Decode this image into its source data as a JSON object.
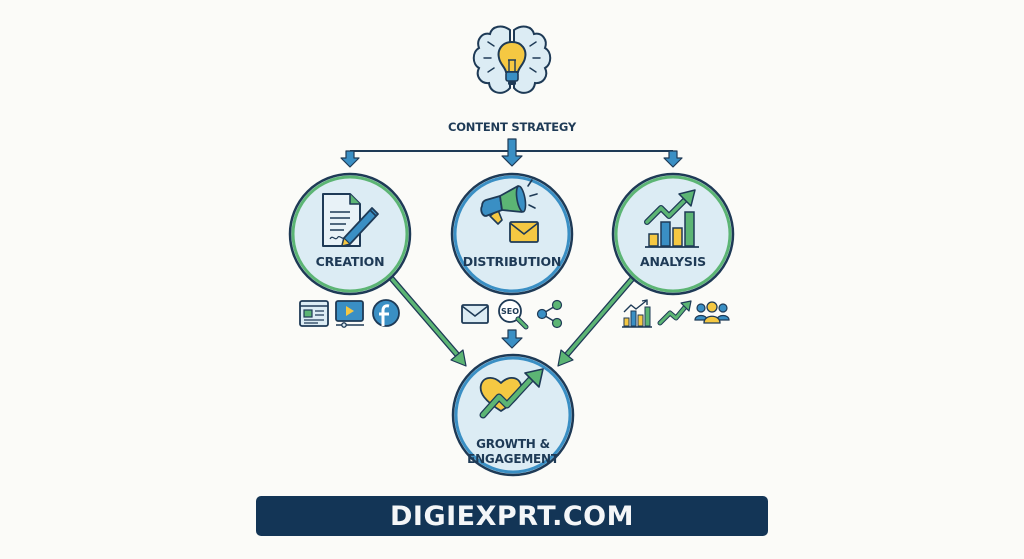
{
  "diagram": {
    "root": {
      "label": "CONTENT STRATEGY",
      "icon": "brain-lightbulb-icon"
    },
    "nodes": [
      {
        "id": "creation",
        "label": "CREATION",
        "icon": "document-pen-icon",
        "ring_color": "#5cb574",
        "sub_icons": [
          "webpage-icon",
          "video-player-icon",
          "facebook-icon"
        ]
      },
      {
        "id": "distribution",
        "label": "DISTRIBUTION",
        "icon": "megaphone-envelope-icon",
        "ring_color": "#3a8fc4",
        "sub_icons": [
          "email-icon",
          "seo-magnifier-icon",
          "share-icon"
        ]
      },
      {
        "id": "analysis",
        "label": "ANALYSIS",
        "icon": "bar-chart-trend-icon",
        "ring_color": "#5cb574",
        "sub_icons": [
          "bar-chart-icon",
          "trend-arrow-icon",
          "users-group-icon"
        ]
      }
    ],
    "outcome": {
      "label_line1": "GROWTH &",
      "label_line2": "ENGAGEMENT",
      "icon": "heart-growth-arrow-icon",
      "ring_color": "#3a8fc4"
    },
    "edges": [
      {
        "from": "content-strategy",
        "to": "creation"
      },
      {
        "from": "content-strategy",
        "to": "distribution"
      },
      {
        "from": "content-strategy",
        "to": "analysis"
      },
      {
        "from": "creation",
        "to": "growth-engagement"
      },
      {
        "from": "distribution",
        "to": "growth-engagement"
      },
      {
        "from": "analysis",
        "to": "growth-engagement"
      }
    ]
  },
  "banner": {
    "text": "DIGIEXPRT.COM"
  },
  "colors": {
    "background": "#fbfbf8",
    "navy": "#1e3a56",
    "blue": "#3a8fc4",
    "green": "#5cb574",
    "yellow": "#f5c842",
    "circle_fill": "#dcecf4",
    "banner": "#133556"
  }
}
